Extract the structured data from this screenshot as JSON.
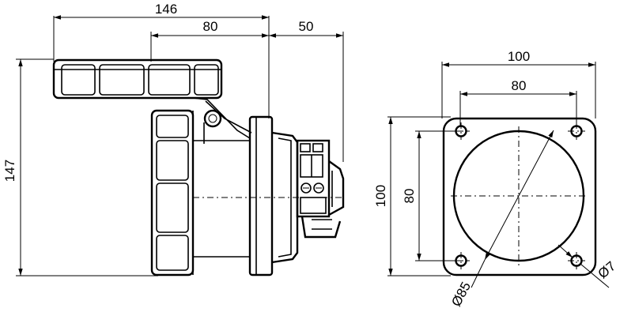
{
  "side_view": {
    "dim_overall_width": "146",
    "dim_cover_width": "80",
    "dim_depth": "50",
    "dim_height": "147"
  },
  "front_view": {
    "dim_plate_width": "100",
    "dim_hole_spacing_h": "80",
    "dim_plate_height": "100",
    "dim_hole_spacing_v": "80",
    "dim_circle_diameter": "Ø85",
    "dim_hole_diameter": "Ø7"
  }
}
